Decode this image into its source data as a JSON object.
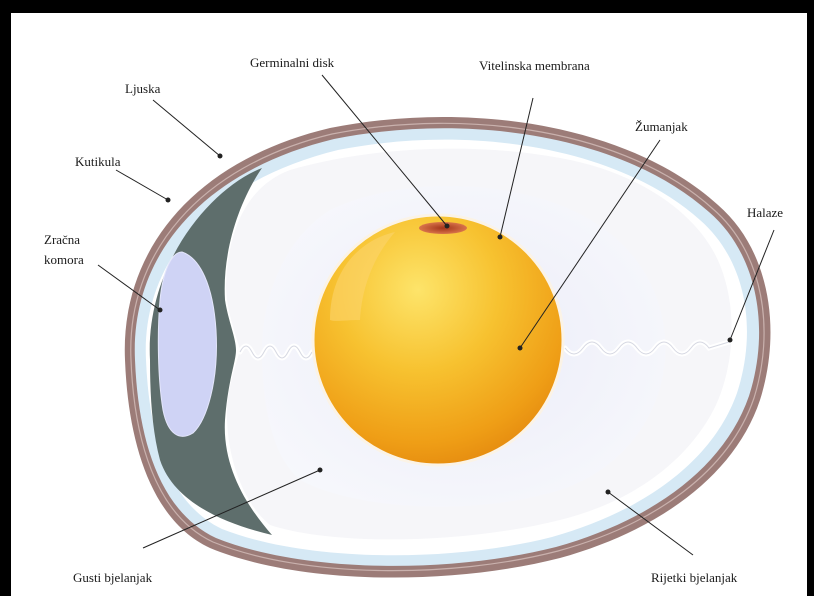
{
  "labels": {
    "germinalni_disk": "Germinalni disk",
    "vitelinska_membrana": "Vitelinska membrana",
    "zumanjak": "Žumanjak",
    "ljuska": "Ljuska",
    "kutikula": "Kutikula",
    "zracna_komora_line1": "Zračna",
    "zracna_komora_line2": "komora",
    "halaze": "Halaze",
    "gusti_bjelanjak": "Gusti bjelanjak",
    "rijetki_bjelanjak": "Rijetki bjelanjak"
  },
  "colors": {
    "shell": "#9c7c78",
    "membrane": "#d4e8f4",
    "air_cell": "#cfd3f5",
    "dark_albumen": "#5e6e6c",
    "yolk": "#f2a81d",
    "germinal_disk": "#b24a22"
  }
}
